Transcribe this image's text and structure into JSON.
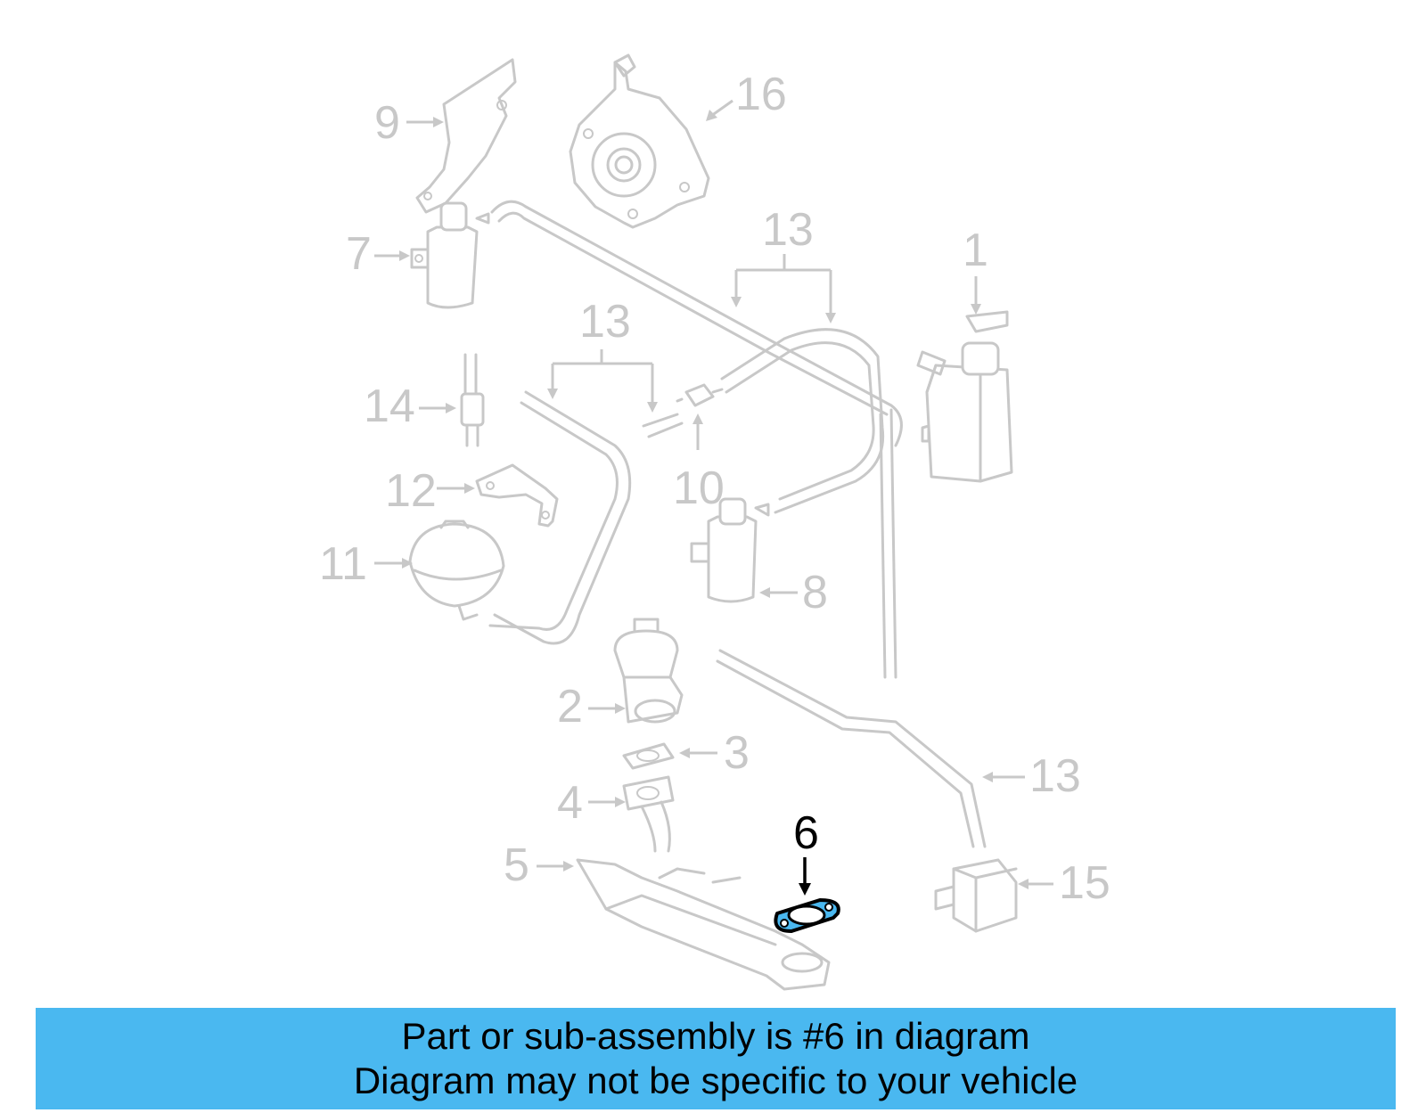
{
  "diagram": {
    "highlighted_part": "6",
    "highlight_color": "#4ab8f0",
    "labels": {
      "p1": "1",
      "p2": "2",
      "p3": "3",
      "p4": "4",
      "p5": "5",
      "p6": "6",
      "p7": "7",
      "p8": "8",
      "p9": "9",
      "p10": "10",
      "p11": "11",
      "p12": "12",
      "p13a": "13",
      "p13b": "13",
      "p13c": "13",
      "p14": "14",
      "p15": "15",
      "p16": "16"
    }
  },
  "banner": {
    "line1": "Part or sub-assembly is #6 in diagram",
    "line2": "Diagram may not be specific to your vehicle",
    "background": "#4ab8f0"
  }
}
